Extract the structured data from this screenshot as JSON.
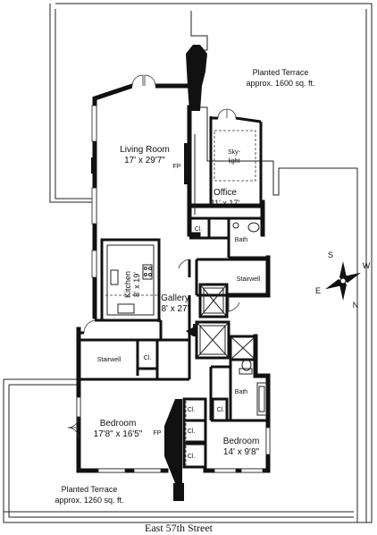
{
  "rooms": {
    "terrace_north": {
      "name": "Planted Terrace",
      "size": "approx. 1600 sq. ft."
    },
    "living": {
      "name": "Living Room",
      "size": "17' x 29'7\""
    },
    "fireplace_living": "FP",
    "skylight": {
      "line1": "Sky-",
      "line2": "light"
    },
    "office": {
      "name": "Office",
      "size": "11' x 17'"
    },
    "closet_office": "Cl.",
    "bath_upper": "Bath",
    "stairwell_right": "Stairwell",
    "kitchen": {
      "name": "Kitchen",
      "size": "8' x 19'"
    },
    "gallery": {
      "name": "Gallery",
      "size": "8' x 27'"
    },
    "stairwell_left": "Stairwell",
    "closet_left": "Cl.",
    "bath_lower": "Bath",
    "closet_lower_1": "Cl.",
    "closet_lower_2": "Cl.",
    "closet_lower_3": "Cl.",
    "closet_lower_4": "Cl.",
    "bedroom_main": {
      "name": "Bedroom",
      "size": "17'8\" x 16'5\""
    },
    "fireplace_bedroom": "FP",
    "bedroom_small": {
      "name": "Bedroom",
      "size": "14' x 9'8\""
    },
    "terrace_south": {
      "name": "Planted Terrace",
      "size": "approx. 1260 sq. ft."
    }
  },
  "compass": {
    "s": "S",
    "w": "W",
    "e": "E",
    "n": "N"
  },
  "street": "East 57th Street"
}
